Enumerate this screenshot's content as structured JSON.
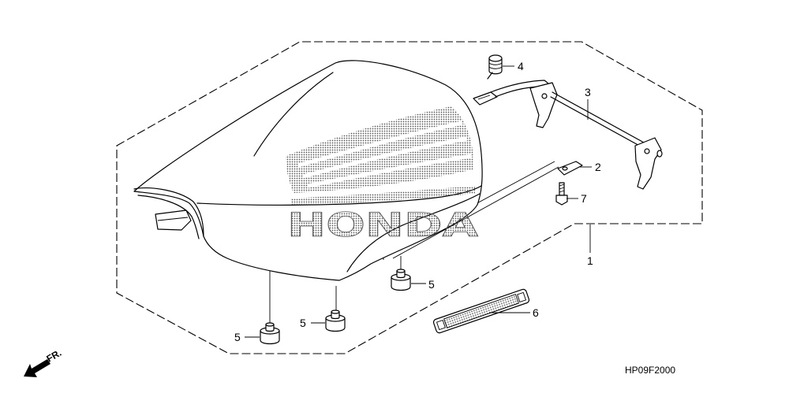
{
  "callouts": [
    "4",
    "3",
    "2",
    "7",
    "1",
    "5",
    "5",
    "5",
    "6"
  ],
  "logo": {
    "text": "HONDA"
  },
  "direction_marker": {
    "text": "FR.",
    "icon": "arrow-down-left-icon"
  },
  "diagram_code": "HP09F2000",
  "colors": {
    "line": "#000000",
    "background": "#ffffff",
    "logo_dots": "#555555"
  }
}
